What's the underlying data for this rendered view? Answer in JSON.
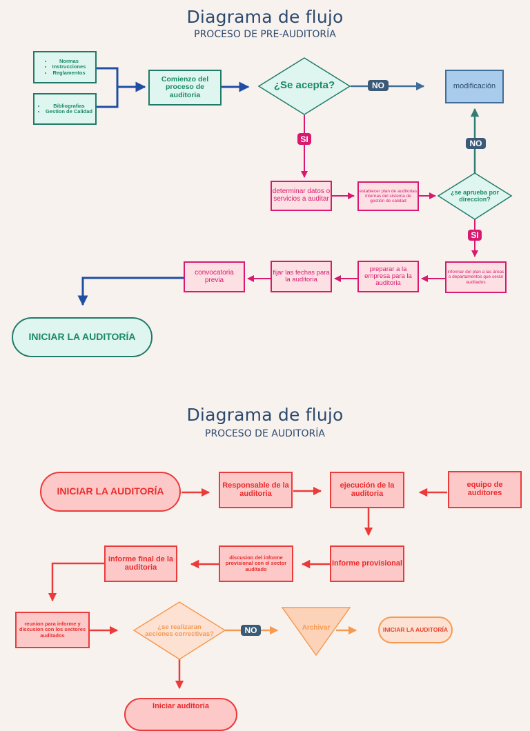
{
  "pre": {
    "title": "Diagrama de flujo",
    "subtitle": "PROCESO DE PRE-AUDITORÍA",
    "docs_a": [
      "Normas",
      "Instrucciones",
      "Reglamentos"
    ],
    "docs_b": [
      "Bibliografias",
      "Gestion de Calidad"
    ],
    "start": "Comienzo del proceso de auditoria",
    "decision_1": "¿Se acepta?",
    "no_1": "NO",
    "modification": "modificación",
    "si_1": "SI",
    "no_2": "NO",
    "determine": "determinar datos o servicios a auditar",
    "plan": "establecer plan de auditorias internas del sistema de gestión de calidad",
    "decision_2": "¿se aprueba por direccion?",
    "si_2": "SI",
    "inform": "informar del plan a las áreas o departamentos que serán auditados",
    "prepare": "preparar a la empresa para la auditoria",
    "dates": "fijar las fechas para la auditoria",
    "call": "convocatoria previa",
    "end": "INICIAR LA AUDITORÍA"
  },
  "audit": {
    "title": "Diagrama de flujo",
    "subtitle": "PROCESO DE AUDITORÍA",
    "start": "INICIAR LA AUDITORÍA",
    "responsible": "Responsable de la auditoria",
    "execution": "ejecución de la auditoria",
    "team": "equipo de auditores",
    "provisional": "Informe provisional",
    "discussion": "discusion del informe provisional con el sector auditado",
    "final": "informe final de la auditoria",
    "meeting": "reunion para informe y discusion con los sectores auditados",
    "decision": "¿se realizaran acciones correctivas?",
    "no": "NO",
    "archive": "Archivar",
    "restart": "INICIAR LA AUDITORÍA",
    "bottom": "Iniciar auditoria"
  },
  "colors": {
    "navy": "#2c4a6e",
    "blue_connector": "#1f4ea3",
    "teal": "#1f7a6a",
    "magenta": "#d8196f",
    "red": "#ea3a3a",
    "orange": "#f59a52",
    "tag": "#3b5a78"
  }
}
